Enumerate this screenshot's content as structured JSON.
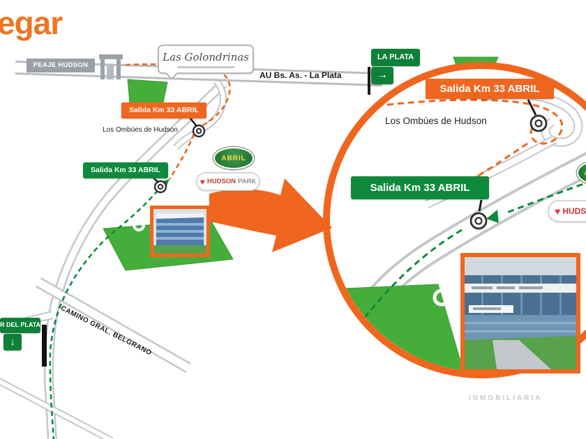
{
  "title": "egar",
  "watermark": "INMOBILIARIA",
  "colors": {
    "brand_orange": "#f0661f",
    "sign_green": "#0e8038",
    "parcel_green": "#45ae3b",
    "road_gray": "#c3c7c9"
  },
  "icons": {
    "arrow_right": "→",
    "arrow_down": "↓",
    "heart": "♥"
  },
  "main_map": {
    "peaje_sign": "PEAJE HUDSON",
    "golondrinas_sign": "Las Golondrinas",
    "highway_label": "AU Bs. As. - La Plata",
    "la_plata_sign": "LA PLATA",
    "salida_orange_sign": "Salida Km 33 ABRIL",
    "ombues_label": "Los Ombúes de Hudson",
    "salida_green_sign": "Salida Km 33 ABRIL",
    "abril_logo": "ABRIL",
    "hudson_park_name": "HUDSON",
    "hudson_park_suffix": "PARK",
    "camino_label": "CAMINO GRAL. BELGRANO",
    "mar_del_plata_sign": "R DEL PLATA"
  },
  "inset": {
    "salida_orange_sign": "Salida Km 33 ABRIL",
    "ombues_label": "Los Ombúes de Hudson",
    "salida_green_sign": "Salida Km 33 ABRIL",
    "hudson_park_name": "HUDSON",
    "abril_logo": "ABRIL"
  }
}
